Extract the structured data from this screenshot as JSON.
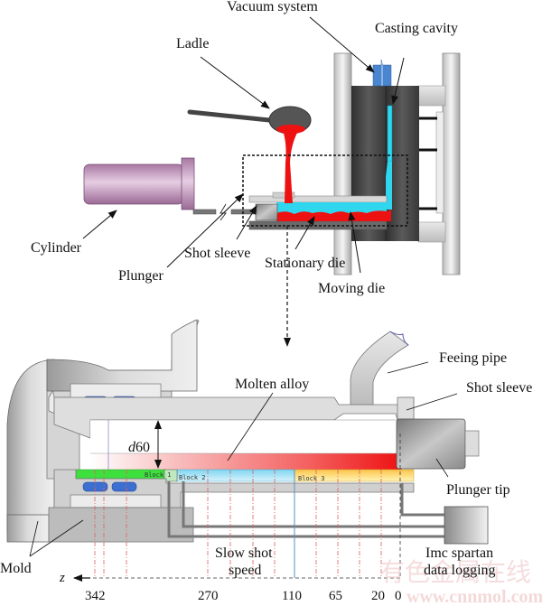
{
  "top_diagram": {
    "labels": {
      "vacuum_system": "Vacuum system",
      "casting_cavity": "Casting cavity",
      "ladle": "Ladle",
      "cylinder": "Cylinder",
      "plunger": "Plunger",
      "shot_sleeve": "Shot sleeve",
      "stationary_die": "Stationary die",
      "moving_die": "Moving die"
    }
  },
  "detail_diagram": {
    "labels": {
      "molten_alloy": "Molten alloy",
      "feeding_pipe": "Feeing pipe",
      "shot_sleeve": "Shot sleeve",
      "diameter": "d60",
      "diameter_italic": "d",
      "diameter_value": "60",
      "plunger_tip": "Plunger tip",
      "mold": "Mold",
      "slow_shot_line1": "Slow shot",
      "slow_shot_line2": "speed",
      "logger_line1": "Imc spartan",
      "logger_line2": "data logging",
      "axis": "z"
    },
    "blocks": [
      "Block 1",
      "Block 2",
      "Block 3"
    ],
    "block_colors": [
      "#3ee03e",
      "#8fdcf5",
      "#fcd35a"
    ],
    "axis_ticks": [
      "342",
      "270",
      "110",
      "65",
      "20",
      "0"
    ]
  },
  "colors": {
    "molten": "#ee1111",
    "cavity": "#2fd6ee",
    "vacuum": "#4a86d0",
    "cylinder": "#c79ac3",
    "die_dark": "#444444",
    "sleeve": "#aaaaaa"
  },
  "watermark": {
    "text_cn": "有色金属在线",
    "text_url": "www.cnnmol.com"
  }
}
